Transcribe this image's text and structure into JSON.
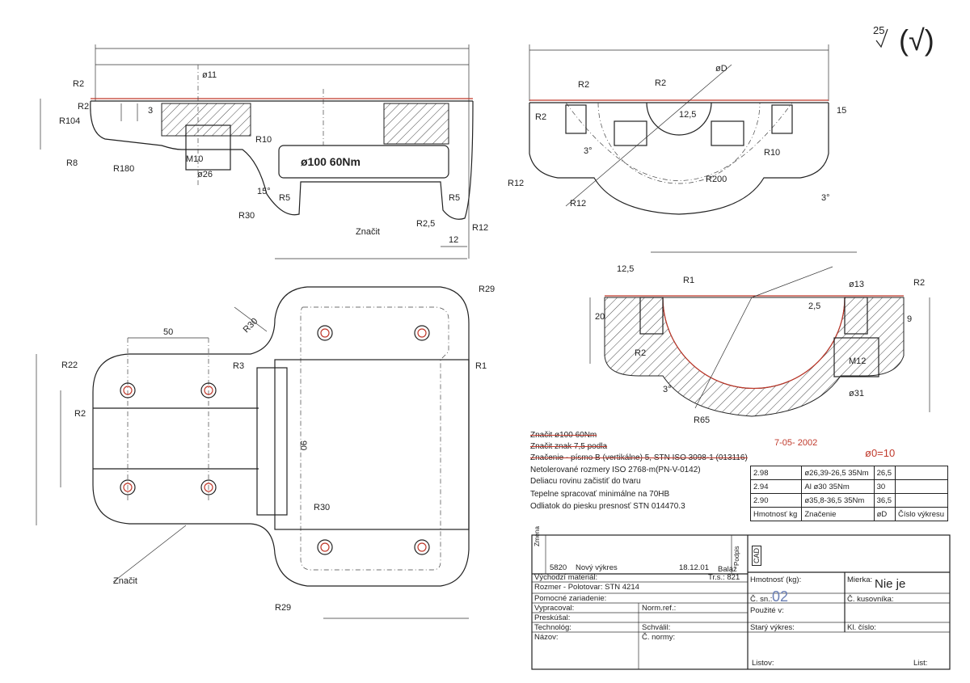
{
  "roughness": {
    "symbol": "25",
    "bracket": "(√)"
  },
  "top_left_view": {
    "radii": [
      "R2",
      "R2",
      "R104",
      "R8",
      "R180",
      "R10",
      "R30",
      "R5",
      "R5",
      "R2,5",
      "R12"
    ],
    "diameters": [
      "ø11",
      "ø26",
      "M10"
    ],
    "angle": "15°",
    "dim_12": "12",
    "dim_3": "3",
    "engraving": "ø100 60Nm",
    "mark_label": "Značit"
  },
  "top_right_view": {
    "radii": [
      "R2",
      "R2",
      "R2",
      "R12",
      "R12",
      "R10",
      "R200"
    ],
    "diameter": "øD",
    "dim_125": "12,5",
    "dim_15": "15",
    "angles": [
      "3°",
      "3°"
    ]
  },
  "section_view": {
    "radii": [
      "R1",
      "R2",
      "R2",
      "R65"
    ],
    "diameters": [
      "ø13",
      "ø31"
    ],
    "dims": [
      "12,5",
      "2,5",
      "20",
      "9",
      "3°"
    ],
    "thread": "M12"
  },
  "plan_view": {
    "radii": [
      "R29",
      "R30",
      "R22",
      "R3",
      "R1",
      "R2",
      "R30",
      "R29"
    ],
    "dim_50": "50",
    "dim_90": "90",
    "mark_label": "Značit"
  },
  "notes": [
    {
      "text": "Značit ø100 60Nm",
      "struck": true
    },
    {
      "text": "Značit znak   7,5 podla",
      "struck": true
    },
    {
      "text": "Značenie - písmo B (vertikálne) 5, STN ISO 3098-1 (013116)",
      "struck": true
    },
    {
      "text": "Netolerované rozmery ISO 2768-m(PN-V-0142)",
      "struck": false
    },
    {
      "text": "Deliacu rovinu začistiť do tvaru",
      "struck": false
    },
    {
      "text": "Tepelne spracovať minimálne na 70HB",
      "struck": false
    },
    {
      "text": "Odliatok do piesku presnosť STN 014470.3",
      "struck": false
    }
  ],
  "stamp": {
    "date": "7-05- 2002",
    "phi_note": "ø0=10"
  },
  "variants_table": {
    "header": [
      "Hmotnosť kg",
      "Značenie",
      "øD",
      "Číslo výkresu"
    ],
    "rows": [
      {
        "mass": "2.98",
        "marking": "ø26,39-26,5 35Nm",
        "dia": "26,5",
        "drawing": ""
      },
      {
        "mass": "2.94",
        "marking": "Al ø30 35Nm",
        "dia": "30",
        "drawing": ""
      },
      {
        "mass": "2.90",
        "marking": "ø35,8-36,5 35Nm",
        "dia": "36,5",
        "drawing": ""
      }
    ]
  },
  "title_block": {
    "zmena": "Zmena",
    "revision": "5820",
    "revision_text": "Nový výkres",
    "revision_date": "18.12.01",
    "revision_author": "Baláž",
    "podpis": "Podpis",
    "cad": "CAD",
    "vychodzi_material": "Východzí materiál:",
    "tr": "Tr.s.: 821",
    "rozmer": "Rozmer - Polotovar: STN 4214",
    "pomocne": "Pomocné zariadenie:",
    "vypracoval": "Vypracoval:",
    "prekusal": "Preskúšal:",
    "technolog": "Technológ:",
    "nazov": "Názov:",
    "norm_ref": "Norm.ref.:",
    "schvalil": "Schválil:",
    "c_normy": "Č. normy:",
    "hmotnost": "Hmotnosť (kg):",
    "c_sn": "Č. sn.:",
    "c_sn_value": "02",
    "pouzite": "Použité v:",
    "stary_vykres": "Starý výkres:",
    "listov": "Listov:",
    "mierka": "Mierka:",
    "mierka_value": "Nie je",
    "c_kusovnika": "Č. kusovníka:",
    "kl_cislo": "Kl. číslo:",
    "list": "List:"
  },
  "colors": {
    "line": "#222222",
    "red_edit": "#c0392b"
  }
}
